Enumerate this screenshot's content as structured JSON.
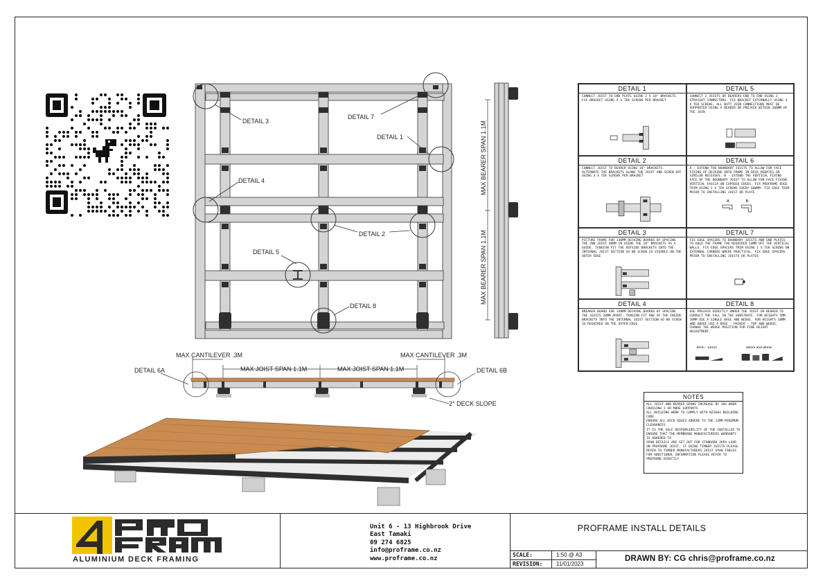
{
  "plan_labels": {
    "detail3": "DETAIL 3",
    "detail7": "DETAIL 7",
    "detail1": "DETAIL 1",
    "detail4": "DETAIL 4",
    "detail2": "DETAIL 2",
    "detail5": "DETAIL 5",
    "detail8": "DETAIL 8"
  },
  "side_view": {
    "bearer_span_top": "MAX BEARER SPAN 1.1M",
    "bearer_span_bottom": "MAX BEARER SPAN 1.1M"
  },
  "section": {
    "cantilever_left": "MAX CANTILEVER .3M",
    "cantilever_right": "MAX CANTILEVER .3M",
    "joist_span_1": "MAX JOIST SPAN 1.1M",
    "joist_span_2": "MAX JOIST SPAN 1.1M",
    "detail6a": "DETAIL 6A",
    "detail6b": "DETAIL 6B",
    "deck_slope": "2° DECK SLOPE"
  },
  "details": [
    {
      "title": "DETAIL 1",
      "text": "Connect joist to end plate using 2 X 18° brackets. Fix bracket using 4 x tek screws per bracket"
    },
    {
      "title": "DETAIL 5",
      "text": "Connect 2 joists or bearers end to end using 2 straight connectors. Fix bracket externally using 4 x tek screws. All butt join connections must be supported using a bearer or projack within 300mm of the join"
    },
    {
      "title": "DETAIL 2",
      "text": "Connect joist to bearer using 18° brackets. Alternate the brackets along the joist and screw off using 4 x tek screws per bracket"
    },
    {
      "title": "DETAIL 6",
      "text": "A - Extend the boundary joists to allow for face fixing of decking onto frame in deck rebates or similar recesses. B - Extend the vertical fixing face of the boundary joist to allow for face fixing vertical fascia on exposed edges. Fix proframe edge trim using 1 x tek screws every 600mm. Fix edge trim prior to installing joist or plate"
    },
    {
      "title": "DETAIL 3",
      "text": "Picture frame for 140mm decking boards by spacing the 2nd joist 40mm in using the 18° brackets as a guide. Tension fit the outside brackets into the internal joist section so no screw is visable on the outer edge"
    },
    {
      "title": "DETAIL 7",
      "text": "Fix edge spacers to boundary joists and end plates to hold the frame the required 10mm off the vertical walls. Fix edge spacers trim using 1 x tek screws on external corners where practical. Fix edge spacers prior to installing joists or plates"
    },
    {
      "title": "DETAIL 4",
      "text": "Breaker board for 140mm decking boards by spacing the joists 20mm apart. Tension fit one of the inside brackets into the internal joist section so no screw is required on the outer edge"
    },
    {
      "title": "DETAIL 8",
      "text": "Use projack directly under the joist or bearer to correct the fall in the substrate. For heights 5mm - 10mm use a single base and wedge. For heights 10mm and above use a base - packer - top and wedge. Change the wedge position for fine height adjustment."
    }
  ],
  "detail6_marks": {
    "a": "A",
    "b": "B"
  },
  "detail8_labels": {
    "small": "5mm - 14mm",
    "large": "15mm and above"
  },
  "notes": {
    "title": "NOTES",
    "text": "All joist and bearer spans increase by 10% when crossing 3 or more supports\nAll building work to comply with NZ3604 building code\nEnsure all deck edges adhere to the 12mm minimum clearances\nIt is the sole responsibility of the installer to ensure that the membrane manufacturers warranty is adhered to\nSpan details are set out for standard 2kpa load on proframe joist. If using timber joists please refer to timber manufacturers joist span tables\nFor additional information please refer to proframe directly"
  },
  "title_block": {
    "logo_text": "PRO FRAME",
    "logo_sub": "ALUMINIUM DECK FRAMING",
    "address_1": "Unit 6 - 13 Highbrook Drive",
    "address_2": "East Tamaki",
    "phone": "09 274 6825",
    "email": "info@proframe.co.nz",
    "web": "www.proframe.co.nz",
    "title": "PROFRAME INSTALL DETAILS",
    "scale_label": "SCALE:",
    "scale_value": "1:50 @ A3",
    "revision_label": "REVISION:",
    "revision_value": "11/01/2023",
    "drawn_by": "DRAWN BY: CG chris@proframe.co.nz"
  },
  "colors": {
    "frame_fill": "#d4d4d4",
    "frame_stroke": "#555555",
    "bracket": "#2f2f2f",
    "timber": "#c98b4f",
    "logo_yellow": "#f2c400",
    "logo_dark": "#2b2b2b"
  }
}
